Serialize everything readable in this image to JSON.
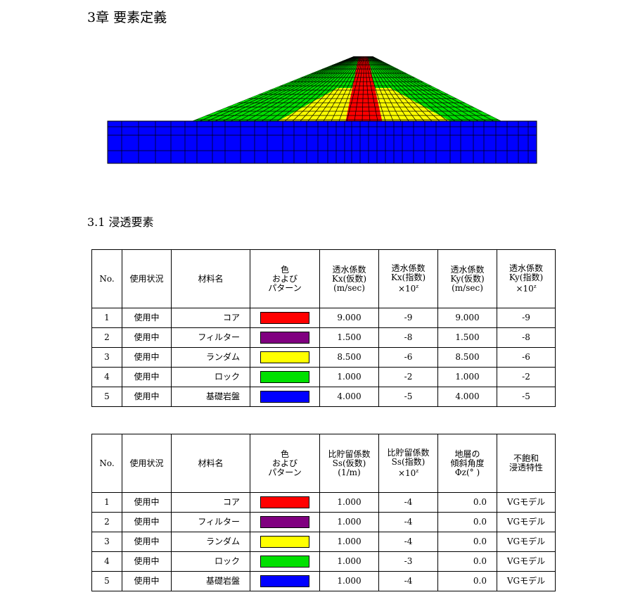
{
  "chapter_title": "3章 要素定義",
  "section_title": "3.1 浸透要素",
  "colors": {
    "core": "#ff0000",
    "filter": "#800080",
    "random": "#ffff00",
    "rock": "#00e000",
    "foundation": "#0000ff"
  },
  "table1": {
    "headers": {
      "no": "No.",
      "status": "使用状況",
      "name": "材料名",
      "color_l1": "色",
      "color_l2": "および",
      "color_l3": "パターン",
      "kx1_l1": "透水係数",
      "kx1_l2": "Kx(仮数)",
      "kx1_l3": "(m/sec)",
      "kx2_l1": "透水係数",
      "kx2_l2": "Kx(指数)",
      "kx2_l3": "×10",
      "kx2_sup": "z",
      "ky1_l1": "透水係数",
      "ky1_l2": "Ky(仮数)",
      "ky1_l3": "(m/sec)",
      "ky2_l1": "透水係数",
      "ky2_l2": "Ky(指数)",
      "ky2_l3": "×10",
      "ky2_sup": "z"
    },
    "rows": [
      {
        "no": "1",
        "status": "使用中",
        "name": "コア",
        "color": "#ff0000",
        "kx_m": "9.000",
        "kx_e": "-9",
        "ky_m": "9.000",
        "ky_e": "-9"
      },
      {
        "no": "2",
        "status": "使用中",
        "name": "フィルター",
        "color": "#800080",
        "kx_m": "1.500",
        "kx_e": "-8",
        "ky_m": "1.500",
        "ky_e": "-8"
      },
      {
        "no": "3",
        "status": "使用中",
        "name": "ランダム",
        "color": "#ffff00",
        "kx_m": "8.500",
        "kx_e": "-6",
        "ky_m": "8.500",
        "ky_e": "-6"
      },
      {
        "no": "4",
        "status": "使用中",
        "name": "ロック",
        "color": "#00e000",
        "kx_m": "1.000",
        "kx_e": "-2",
        "ky_m": "1.000",
        "ky_e": "-2"
      },
      {
        "no": "5",
        "status": "使用中",
        "name": "基礎岩盤",
        "color": "#0000ff",
        "kx_m": "4.000",
        "kx_e": "-5",
        "ky_m": "4.000",
        "ky_e": "-5"
      }
    ]
  },
  "table2": {
    "headers": {
      "no": "No.",
      "status": "使用状況",
      "name": "材料名",
      "color_l1": "色",
      "color_l2": "および",
      "color_l3": "パターン",
      "ss1_l1": "比貯留係数",
      "ss1_l2": "Ss(仮数)",
      "ss1_l3": "(1/m)",
      "ss2_l1": "比貯留係数",
      "ss2_l2": "Ss(指数)",
      "ss2_l3": "×10",
      "ss2_sup": "z",
      "phi_l1": "地層の",
      "phi_l2": "傾斜角度",
      "phi_l3": "Φz(° )",
      "vg_l1": "不飽和",
      "vg_l2": "浸透特性"
    },
    "rows": [
      {
        "no": "1",
        "status": "使用中",
        "name": "コア",
        "color": "#ff0000",
        "ss_m": "1.000",
        "ss_e": "-4",
        "phi": "0.0",
        "vg": "VGモデル"
      },
      {
        "no": "2",
        "status": "使用中",
        "name": "フィルター",
        "color": "#800080",
        "ss_m": "1.000",
        "ss_e": "-4",
        "phi": "0.0",
        "vg": "VGモデル"
      },
      {
        "no": "3",
        "status": "使用中",
        "name": "ランダム",
        "color": "#ffff00",
        "ss_m": "1.000",
        "ss_e": "-4",
        "phi": "0.0",
        "vg": "VGモデル"
      },
      {
        "no": "4",
        "status": "使用中",
        "name": "ロック",
        "color": "#00e000",
        "ss_m": "1.000",
        "ss_e": "-3",
        "phi": "0.0",
        "vg": "VGモデル"
      },
      {
        "no": "5",
        "status": "使用中",
        "name": "基礎岩盤",
        "color": "#0000ff",
        "ss_m": "1.000",
        "ss_e": "-4",
        "phi": "0.0",
        "vg": "VGモデル"
      }
    ]
  }
}
